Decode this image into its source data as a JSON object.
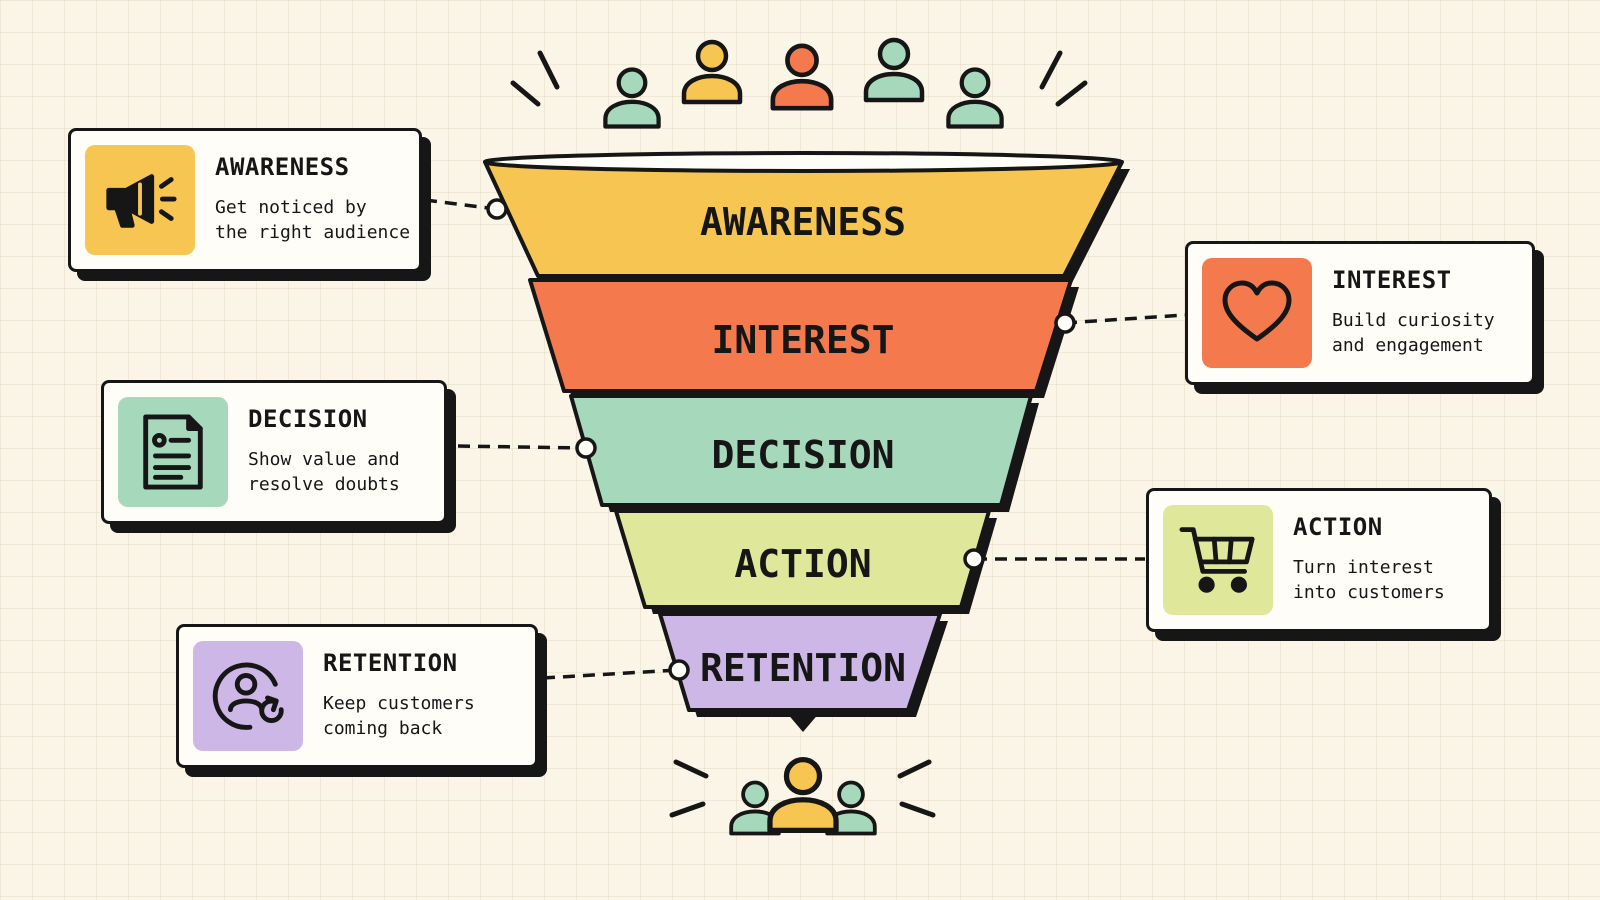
{
  "colors": {
    "awareness": "#f7c652",
    "interest": "#f47a4e",
    "decision": "#a6d9bc",
    "action": "#dfe89a",
    "retention": "#cdb7e6",
    "outline": "#161616",
    "background": "#fbf5e8"
  },
  "funnel": {
    "stages": [
      {
        "key": "awareness",
        "label": "AWARENESS"
      },
      {
        "key": "interest",
        "label": "INTEREST"
      },
      {
        "key": "decision",
        "label": "DECISION"
      },
      {
        "key": "action",
        "label": "ACTION"
      },
      {
        "key": "retention",
        "label": "RETENTION"
      }
    ]
  },
  "cards": {
    "awareness": {
      "icon": "megaphone-icon",
      "title": "AWARENESS",
      "line1": "Get noticed by",
      "line2": "the right audience"
    },
    "interest": {
      "icon": "heart-icon",
      "title": "INTEREST",
      "line1": "Build curiosity",
      "line2": "and engagement"
    },
    "decision": {
      "icon": "document-icon",
      "title": "DECISION",
      "line1": "Show value and",
      "line2": "resolve doubts"
    },
    "action": {
      "icon": "shopping-cart-icon",
      "title": "ACTION",
      "line1": "Turn interest",
      "line2": "into customers"
    },
    "retention": {
      "icon": "returning-user-icon",
      "title": "RETENTION",
      "line1": "Keep customers",
      "line2": "coming back"
    }
  },
  "people": {
    "top": {
      "icon": "person-icon",
      "colors": [
        "#a6d9bc",
        "#f7c652",
        "#f47a4e",
        "#a6d9bc",
        "#a6d9bc"
      ]
    },
    "bottom": {
      "icon": "person-icon",
      "colors": [
        "#a6d9bc",
        "#f7c652",
        "#a6d9bc"
      ]
    }
  }
}
